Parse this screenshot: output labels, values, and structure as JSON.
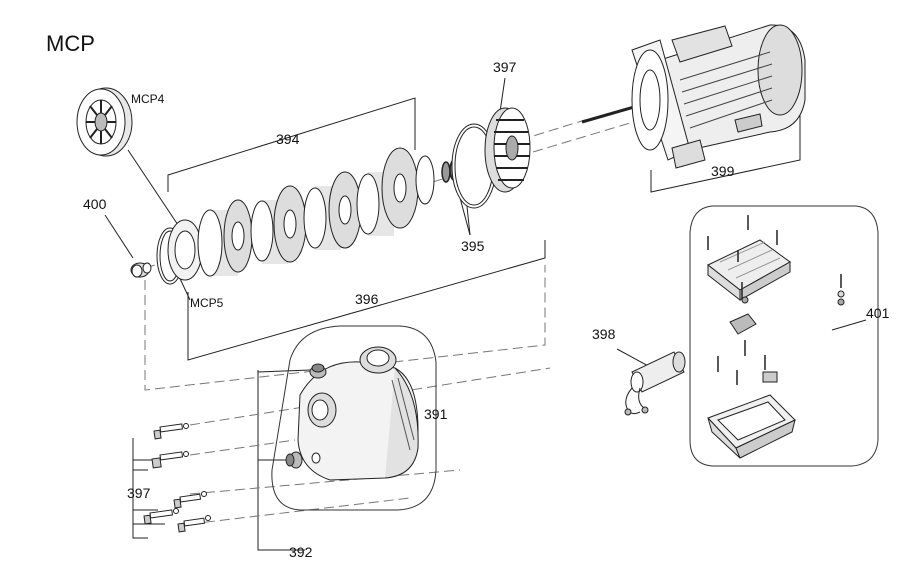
{
  "diagram": {
    "title": "MCP",
    "labels": {
      "l394": "394",
      "l395": "395",
      "l396": "396",
      "l397_top": "397",
      "l397_bottom": "397",
      "l398": "398",
      "l399": "399",
      "l400": "400",
      "l401": "401",
      "l391": "391",
      "l392": "392",
      "mcp4": "MCP4",
      "mcp5": "MCP5"
    }
  }
}
